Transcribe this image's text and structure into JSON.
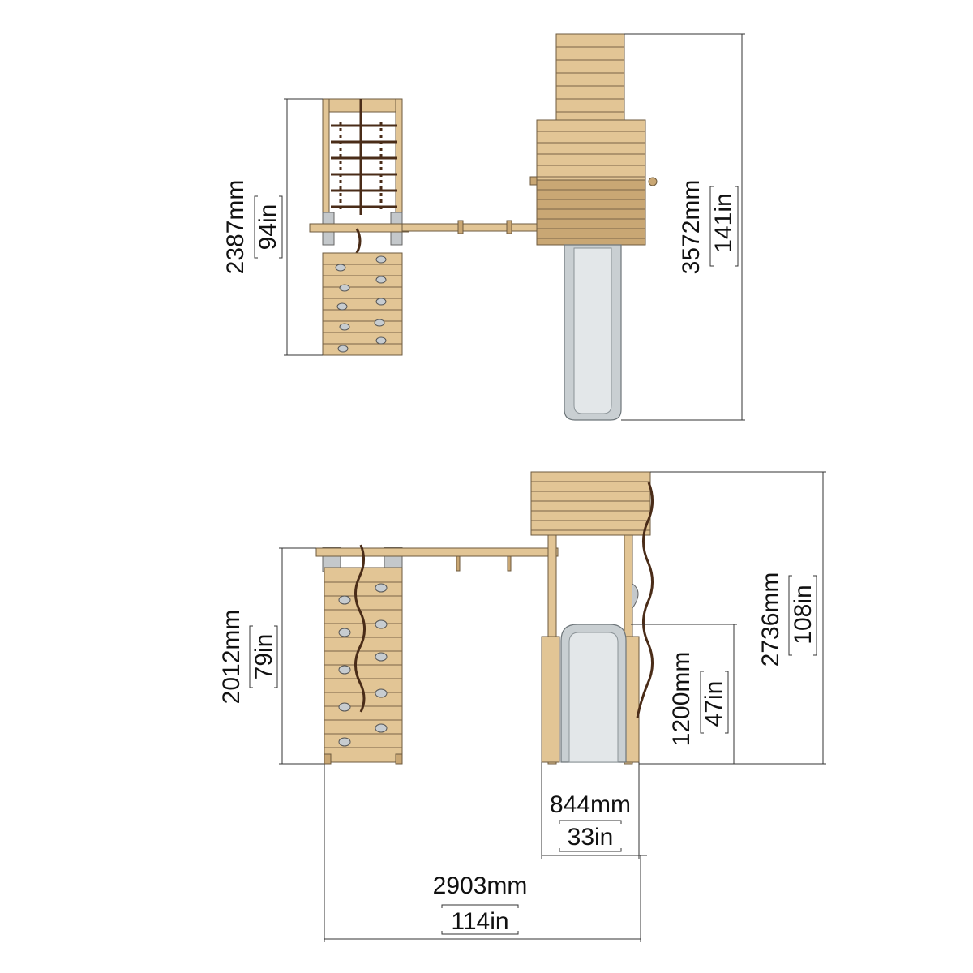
{
  "dimensions": {
    "top_view_left_height": {
      "mm": "2387mm",
      "in": "94in"
    },
    "top_view_right_height": {
      "mm": "3572mm",
      "in": "141in"
    },
    "front_climb_wall_height": {
      "mm": "2012mm",
      "in": "79in"
    },
    "front_total_height": {
      "mm": "2736mm",
      "in": "108in"
    },
    "front_deck_height": {
      "mm": "1200mm",
      "in": "47in"
    },
    "front_slide_width": {
      "mm": "844mm",
      "in": "33in"
    },
    "front_total_width": {
      "mm": "2903mm",
      "in": "114in"
    }
  }
}
